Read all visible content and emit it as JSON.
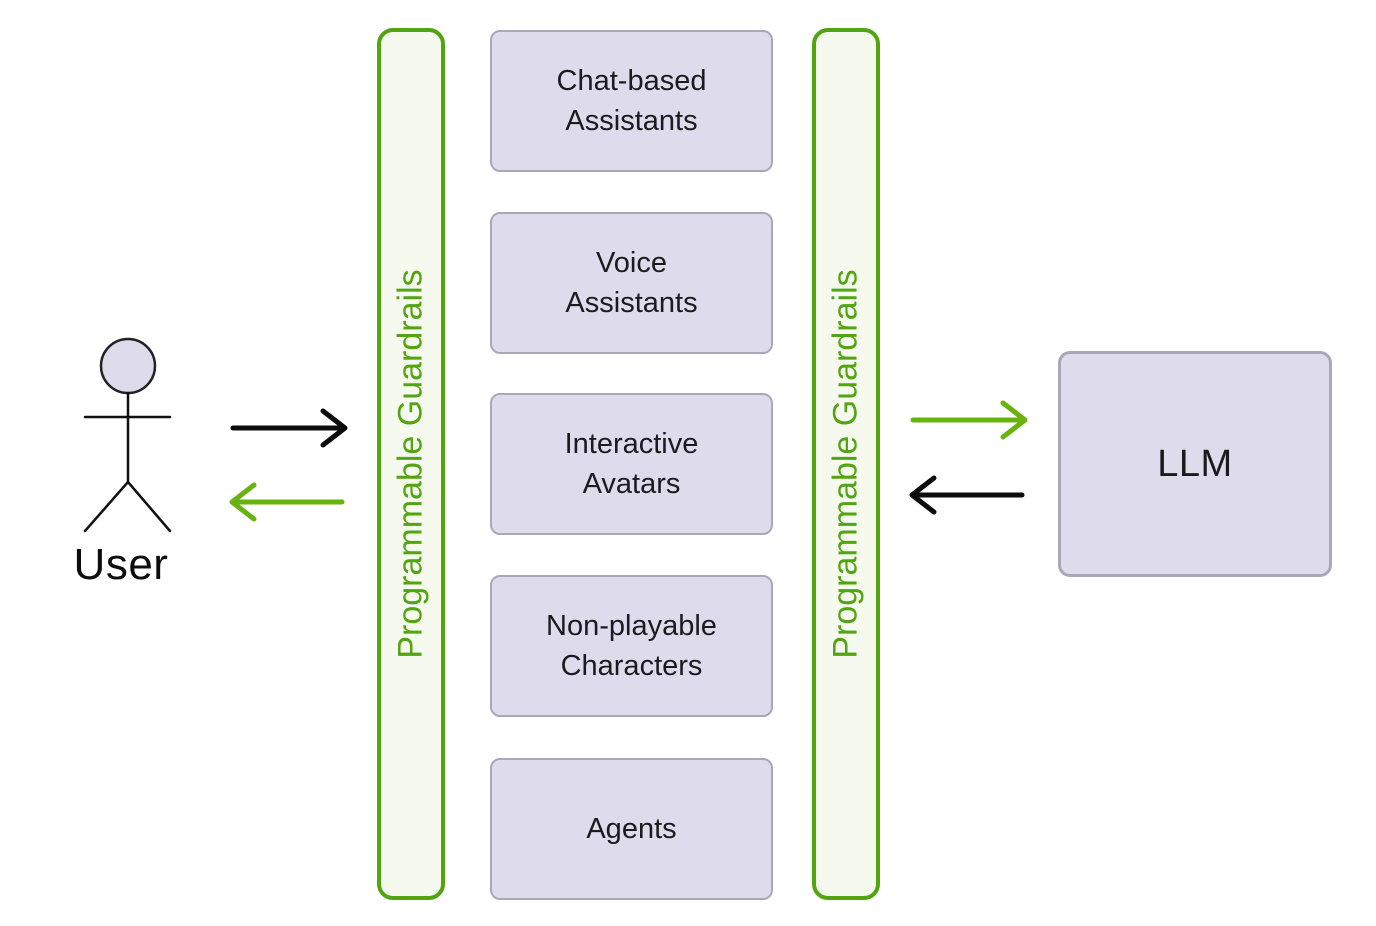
{
  "user": {
    "label": "User"
  },
  "guardrails_left": {
    "label": "Programmable Guardrails"
  },
  "guardrails_right": {
    "label": "Programmable Guardrails"
  },
  "applications": [
    {
      "lines": [
        "Chat-based",
        "Assistants"
      ]
    },
    {
      "lines": [
        "Voice",
        "Assistants"
      ]
    },
    {
      "lines": [
        "Interactive",
        "Avatars"
      ]
    },
    {
      "lines": [
        "Non-playable",
        "Characters"
      ]
    },
    {
      "lines": [
        "Agents"
      ]
    }
  ],
  "llm": {
    "label": "LLM"
  },
  "arrows": [
    {
      "name": "user-to-guardrails",
      "direction": "right",
      "color": "black"
    },
    {
      "name": "guardrails-to-user",
      "direction": "left",
      "color": "green"
    },
    {
      "name": "guardrails-to-llm",
      "direction": "right",
      "color": "green"
    },
    {
      "name": "llm-to-guardrails",
      "direction": "left",
      "color": "black"
    }
  ],
  "colors": {
    "green": "#53a412",
    "green_arrow": "#68b30e",
    "guardrail_fill": "#f6faee",
    "box_fill": "#dddbec",
    "box_border": "#a9a8b8",
    "ink": "#1b1b1d"
  }
}
